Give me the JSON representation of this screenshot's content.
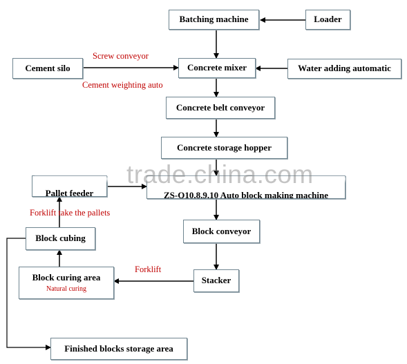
{
  "nodes": {
    "batching": "Batching machine",
    "loader": "Loader",
    "cement_silo": "Cement silo",
    "mixer": "Concrete mixer",
    "water": "Water adding automatic",
    "belt": "Concrete belt conveyor",
    "hopper": "Concrete storage hopper",
    "pallet_feeder": "Pallet feeder",
    "block_machine": "ZS-Q10,8,9,10 Auto block making machine",
    "block_conveyor": "Block conveyor",
    "cubing": "Block cubing",
    "stacker": "Stacker",
    "curing": "Block curing area",
    "curing_sub": "Natural curing",
    "finished": "Finished blocks storage area"
  },
  "labels": {
    "screw": "Screw conveyor",
    "cement_weight": "Cement weighting auto",
    "forklift_pallets": "Forklift take the pallets",
    "forklift": "Forklift"
  },
  "watermark": "trade.china.com",
  "colors": {
    "label": "#c00000",
    "border": "#6f8590",
    "line": "#000000"
  }
}
